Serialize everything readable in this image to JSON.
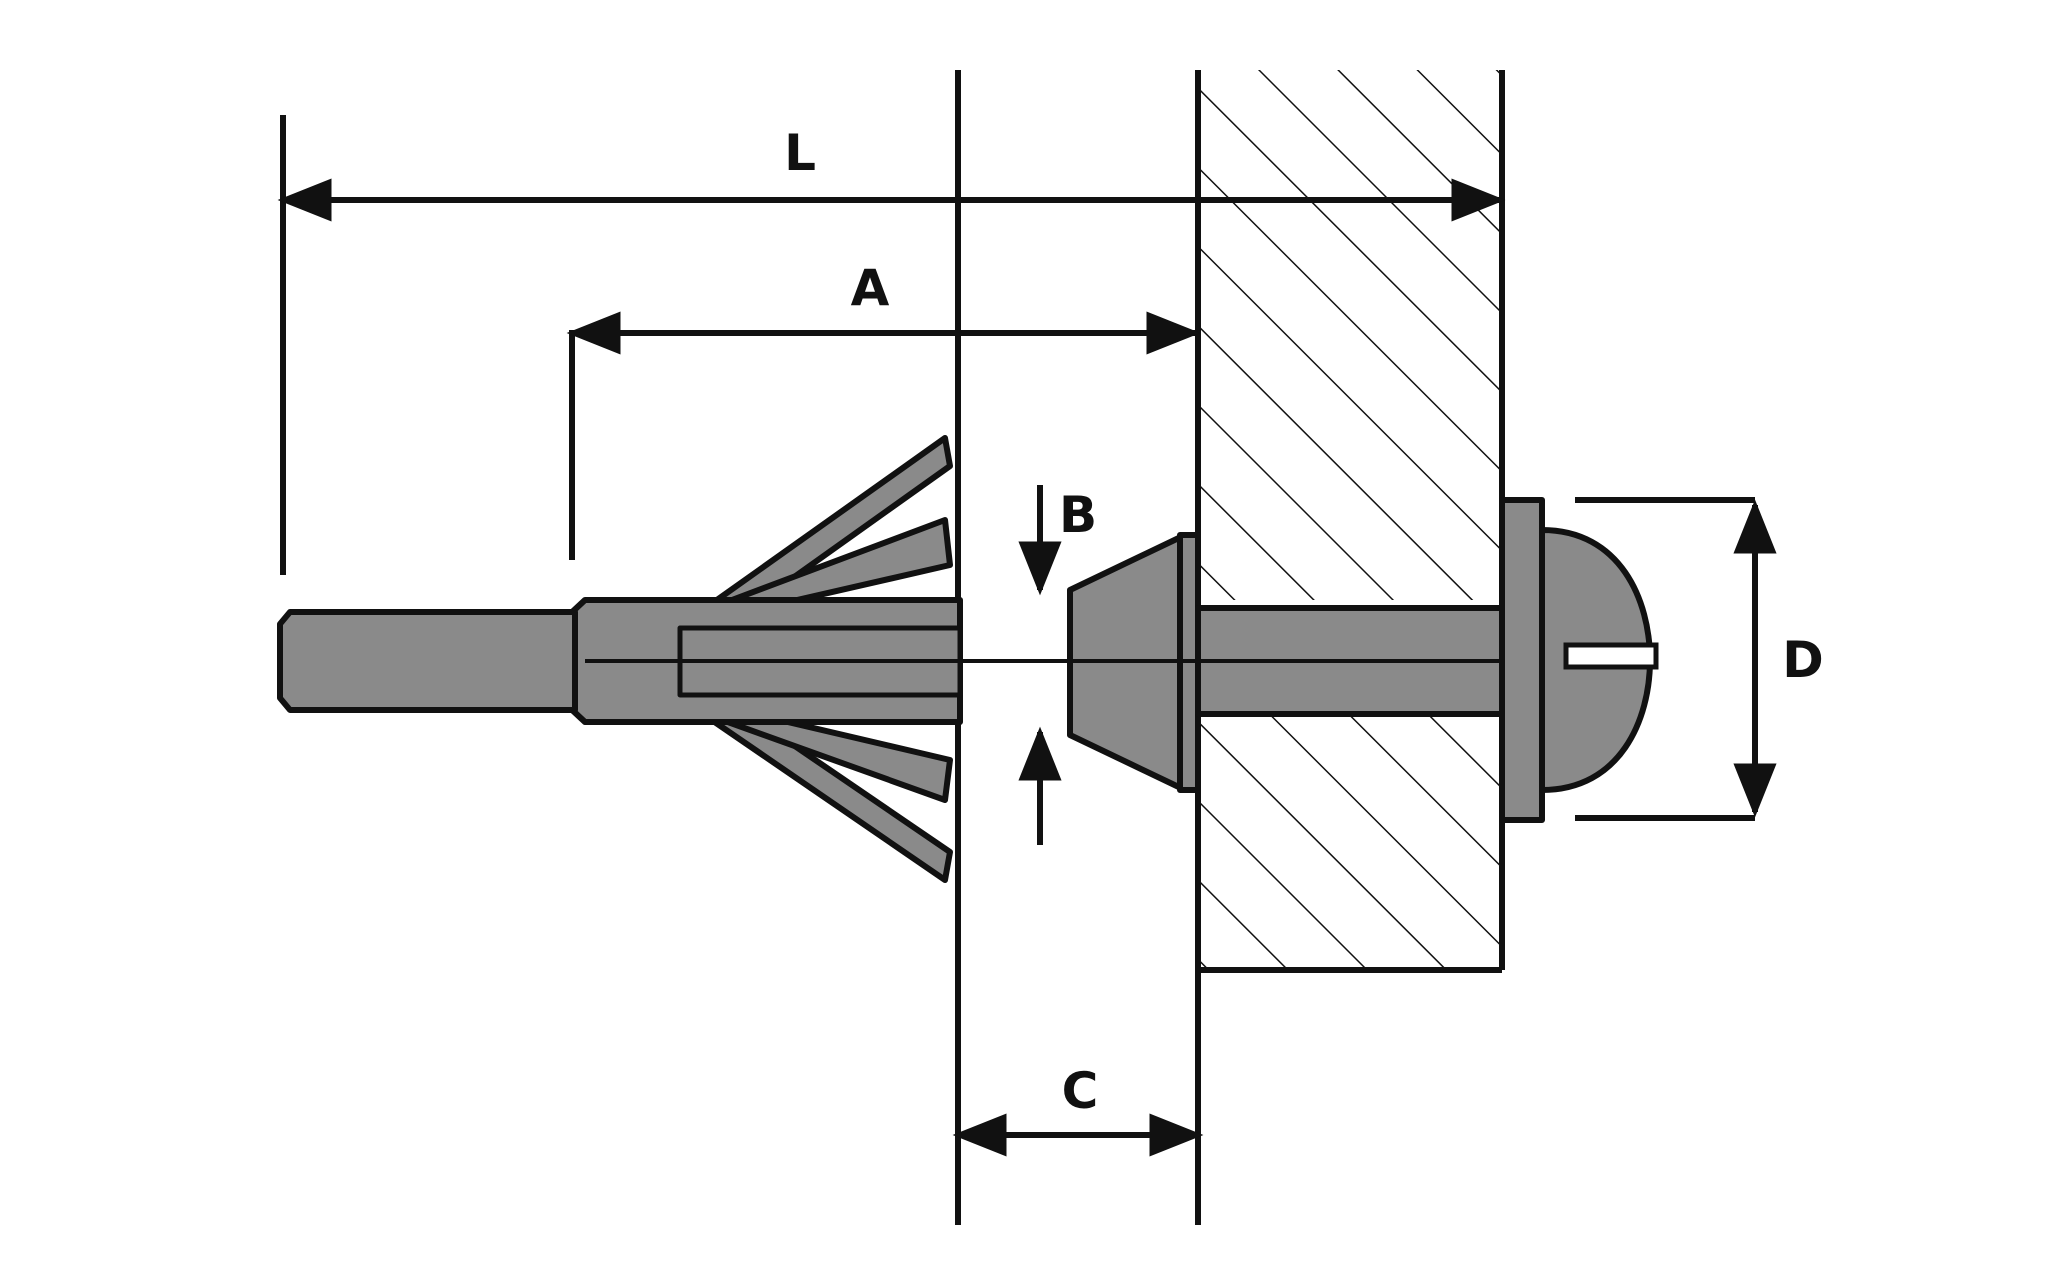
{
  "labels": {
    "L": "L",
    "A": "A",
    "B": "B",
    "C": "C",
    "D": "D"
  },
  "colors": {
    "ink": "#111111",
    "part_fill": "#8a8a8a",
    "background": "#ffffff"
  }
}
